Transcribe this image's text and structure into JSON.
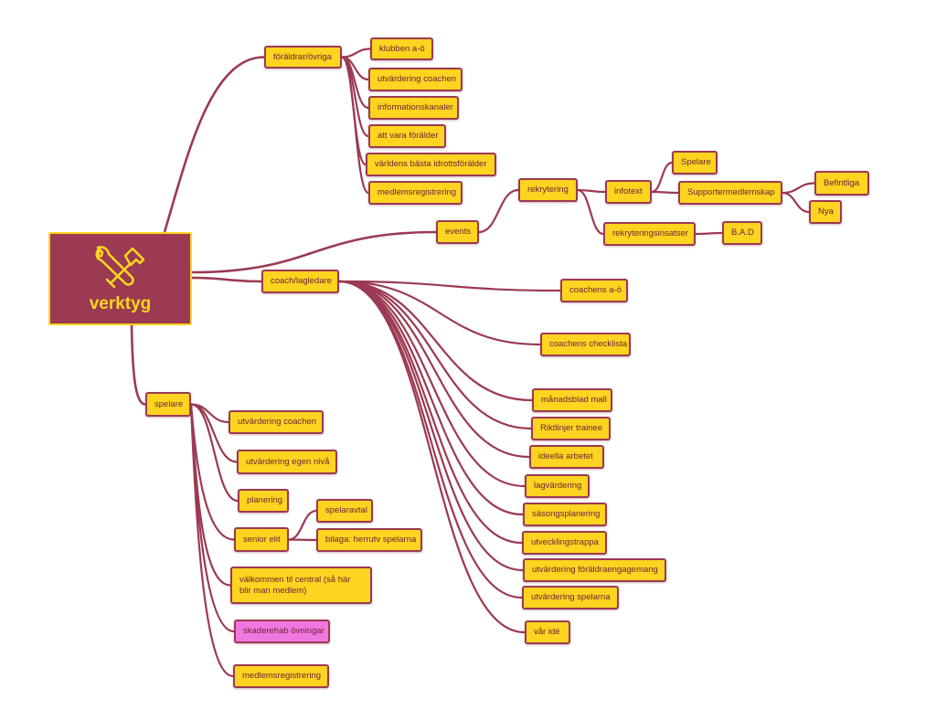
{
  "map": {
    "root": {
      "title": "verktyg",
      "icon": "tools-icon"
    },
    "nodes": {
      "foraldrar": "föräldrar/övriga",
      "klubben": "klubben a-ö",
      "utv_coachen_f": "utvärdering coachen",
      "infokanaler": "informationskanaler",
      "vara_foralder": "att vara förälder",
      "varldens": "världens bästa idrottsförälder",
      "medlemsreg_f": "medlemsregistrering",
      "events": "events",
      "rekrytering": "rekrytering",
      "infotext": "infotext",
      "spelare_r": "Spelare",
      "supporter": "Supportermedlemskap",
      "befintliga": "Befintliga",
      "nya": "Nya",
      "rekryteringsinsatser": "rekryteringsinsatser",
      "bad": "B.A.D",
      "coach": "coach/lagledare",
      "coachens_ao": "coachens a-ö",
      "checklista": "coachens checklista",
      "manadsblad": "månadsblad mall",
      "riktlinjer": "Riktlinjer trainee",
      "ideella": "ideella arbetet",
      "lagvardering": "lagvärdering",
      "sasong": "säsongsplanering",
      "utvtrappa": "utvecklingstrappa",
      "utv_foraldra": "utvärdering föräldraengagemang",
      "utv_spelarna": "utvärdering spelarna",
      "var_ide": "vår idé",
      "spelare": "spelare",
      "utv_coachen_s": "utvärdering coachen",
      "utv_egen": "utvärdering egen nivå",
      "planering": "planering",
      "senior": "senior elit",
      "spelaravtal": "spelaravtal",
      "bilaga": "bilaga: herrutv spelarna",
      "valkommen": "välkommen til central (så här blir man medlem)",
      "skaderehab": "skaderehab övningar",
      "medlemsreg_s": "medlemsregistrering"
    }
  },
  "colors": {
    "node_fill": "#fdd41f",
    "node_border": "#9b3a52",
    "node_text": "#6b2436",
    "root_fill": "#9b3a52",
    "root_text": "#fdd41f",
    "highlight_fill": "#f177e0",
    "edge": "#9b3a52"
  }
}
